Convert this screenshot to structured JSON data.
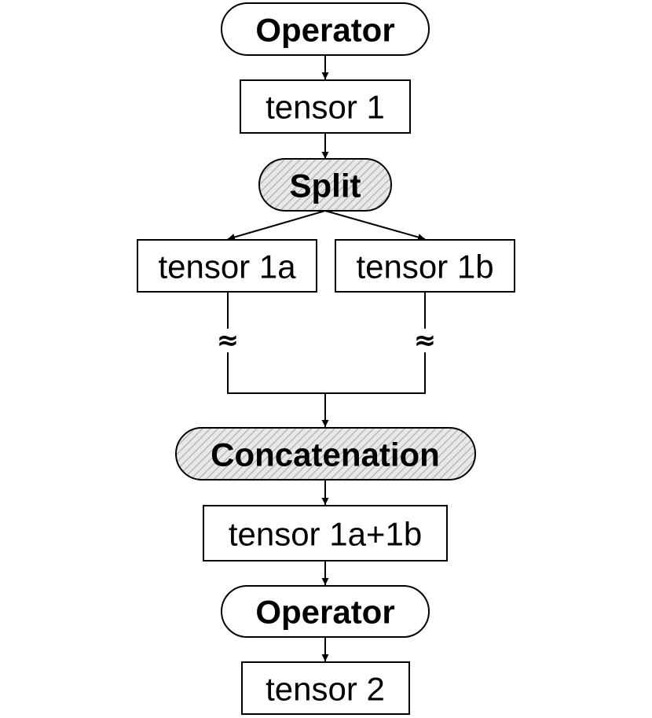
{
  "nodes": {
    "operator_top": "Operator",
    "tensor_1": "tensor 1",
    "split": "Split",
    "tensor_1a": "tensor 1a",
    "tensor_1b": "tensor 1b",
    "concatenation": "Concatenation",
    "tensor_1a_1b": "tensor 1a+1b",
    "operator_bottom": "Operator",
    "tensor_2": "tensor 2"
  },
  "break_symbol": "≈",
  "colors": {
    "stroke": "#000000",
    "background": "#ffffff",
    "hatch_fill": "#e8e8e8",
    "hatch_line": "#b0b0b0"
  }
}
